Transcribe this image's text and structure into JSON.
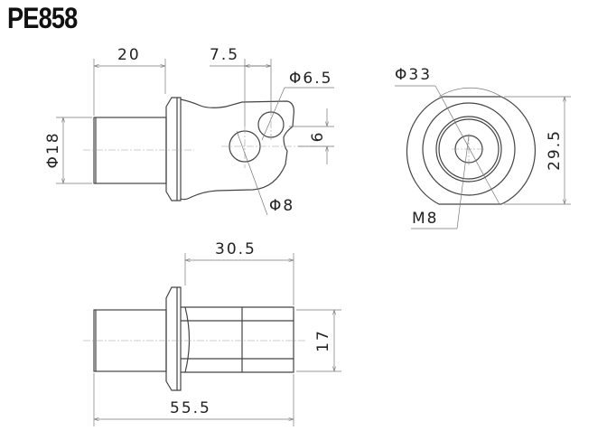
{
  "title": "PE858",
  "dimensions": {
    "shaft_length": "20",
    "hole_offset": "7.5",
    "small_hole": "Φ6.5",
    "hole_spacing": "6",
    "shaft_diameter": "Φ18",
    "large_hole": "Φ8",
    "outer_diameter": "Φ33",
    "flat_width": "29.5",
    "thread": "M8",
    "body_length": "30.5",
    "hex_size": "17",
    "total_length": "55.5"
  }
}
